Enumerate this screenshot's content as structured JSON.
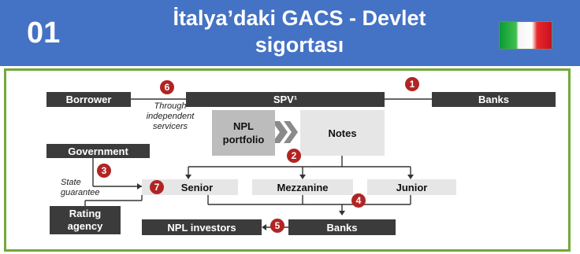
{
  "header": {
    "number": "01",
    "title": "İtalya’daki GACS - Devlet sigortası",
    "flag_colors": [
      "#0d9a35",
      "#ffffff",
      "#c8101e"
    ]
  },
  "diagram": {
    "borrower": "Borrower",
    "spv": "SPV¹",
    "banks_top": "Banks",
    "servicers_note": "Through independent servicers",
    "npl_portfolio": "NPL portfolio",
    "notes": "Notes",
    "government": "Government",
    "state_guarantee": "State guarantee",
    "senior": "Senior",
    "mezzanine": "Mezzanine",
    "junior": "Junior",
    "rating_agency": "Rating agency",
    "npl_investors": "NPL investors",
    "banks_bottom": "Banks",
    "steps": [
      "1",
      "2",
      "3",
      "4",
      "5",
      "6",
      "7"
    ]
  },
  "colors": {
    "header_bg": "#4472c4",
    "frame_border": "#71a93a",
    "badge": "#b22424",
    "dark_box": "#3b3b3b",
    "light_box": "#e6e6e6"
  }
}
